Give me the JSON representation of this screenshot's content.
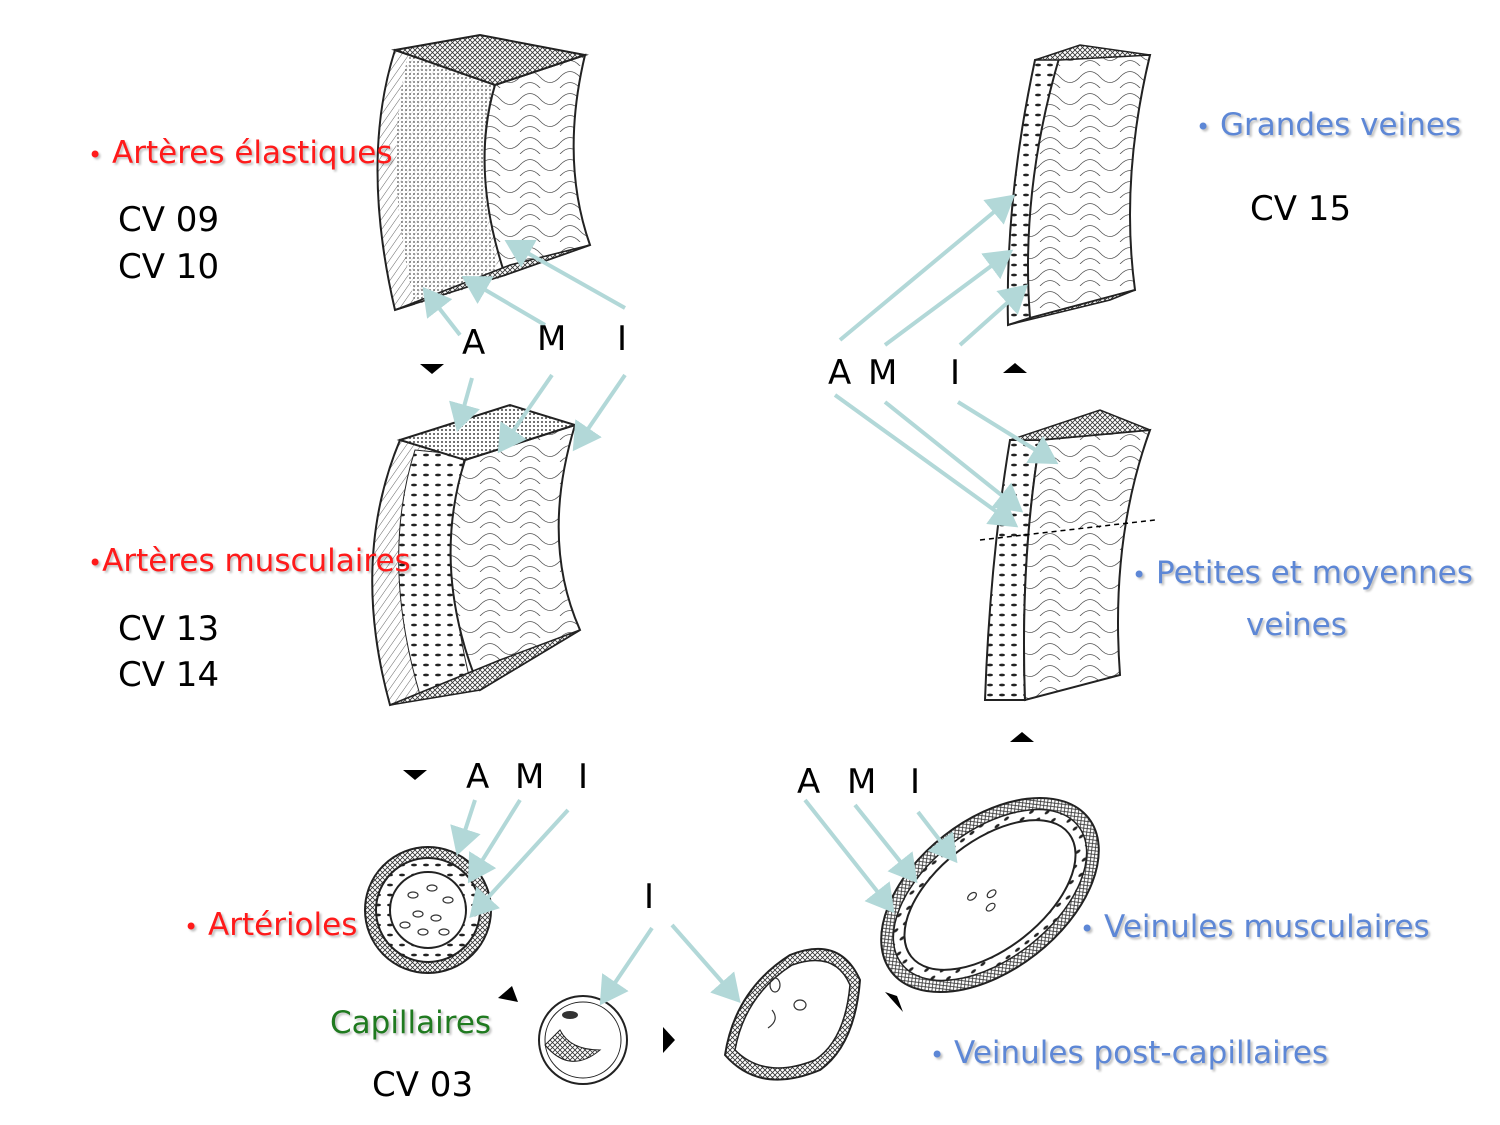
{
  "sections": {
    "arteres_elastiques": {
      "bullet": "•",
      "label": "Artères élastiques",
      "codes": [
        "CV 09",
        "CV 10"
      ]
    },
    "arteres_musculaires": {
      "bullet": "•",
      "label": "Artères musculaires",
      "codes": [
        "CV 13",
        "CV 14"
      ]
    },
    "arterioles": {
      "bullet": "•",
      "label": "Artérioles"
    },
    "capillaires": {
      "label": "Capillaires",
      "codes": [
        "CV 03"
      ]
    },
    "veinules_post_capillaires": {
      "bullet": "•",
      "label": "Veinules post-capillaires"
    },
    "veinules_musculaires": {
      "bullet": "•",
      "label": "Veinules musculaires"
    },
    "petites_moyennes_veines": {
      "bullet": "•",
      "label_line1": "Petites et moyennes",
      "label_line2": "veines"
    },
    "grandes_veines": {
      "bullet": "•",
      "label": "Grandes veines",
      "codes": [
        "CV 15"
      ]
    }
  },
  "layer_letters": {
    "a": "A",
    "m": "M",
    "i": "I"
  },
  "colors": {
    "artery": "#ff1a1a",
    "vein": "#5d87d6",
    "capillary": "#1f7a1f",
    "pointer_arrow": "#b2d8d8"
  }
}
